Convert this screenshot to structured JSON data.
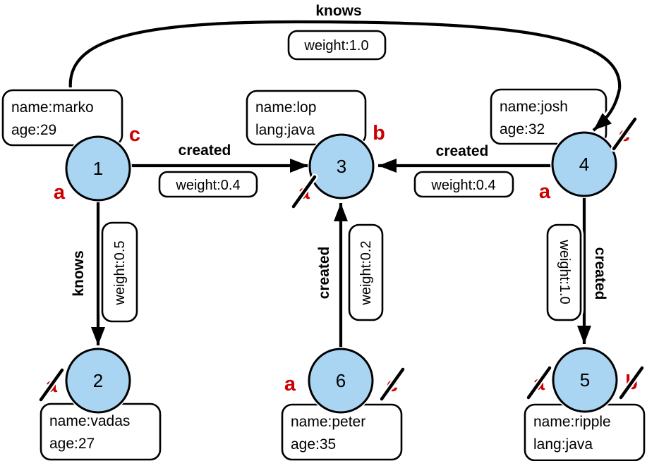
{
  "colors": {
    "vertex_fill": "#A9D5F3",
    "vertex_stroke": "#000000",
    "edge": "#000000",
    "marker_red": "#CC0000",
    "box_fill": "#FFFFFF"
  },
  "vertices": [
    {
      "id": "1",
      "properties": [
        "name:marko",
        "age:29"
      ]
    },
    {
      "id": "2",
      "properties": [
        "name:vadas",
        "age:27"
      ]
    },
    {
      "id": "3",
      "properties": [
        "name:lop",
        "lang:java"
      ]
    },
    {
      "id": "4",
      "properties": [
        "name:josh",
        "age:32"
      ]
    },
    {
      "id": "5",
      "properties": [
        "name:ripple",
        "lang:java"
      ]
    },
    {
      "id": "6",
      "properties": [
        "name:peter",
        "age:35"
      ]
    }
  ],
  "edges": [
    {
      "from": "1",
      "to": "3",
      "label": "created",
      "weight_label": "weight:0.4"
    },
    {
      "from": "4",
      "to": "3",
      "label": "created",
      "weight_label": "weight:0.4"
    },
    {
      "from": "1",
      "to": "2",
      "label": "knows",
      "weight_label": "weight:0.5"
    },
    {
      "from": "6",
      "to": "3",
      "label": "created",
      "weight_label": "weight:0.2"
    },
    {
      "from": "4",
      "to": "5",
      "label": "created",
      "weight_label": "weight:1.0"
    },
    {
      "from": "1",
      "to": "4",
      "label": "knows",
      "weight_label": "weight:1.0"
    }
  ],
  "step_markers": [
    {
      "vertex": "1",
      "label": "a",
      "crossed_out": false
    },
    {
      "vertex": "1",
      "label": "c",
      "crossed_out": false
    },
    {
      "vertex": "2",
      "label": "a",
      "crossed_out": true
    },
    {
      "vertex": "3",
      "label": "a",
      "crossed_out": true
    },
    {
      "vertex": "3",
      "label": "b",
      "crossed_out": false
    },
    {
      "vertex": "4",
      "label": "a",
      "crossed_out": false
    },
    {
      "vertex": "4",
      "label": "c",
      "crossed_out": true
    },
    {
      "vertex": "5",
      "label": "a",
      "crossed_out": true
    },
    {
      "vertex": "5",
      "label": "b",
      "crossed_out": true
    },
    {
      "vertex": "6",
      "label": "a",
      "crossed_out": false
    },
    {
      "vertex": "6",
      "label": "c",
      "crossed_out": true
    }
  ]
}
